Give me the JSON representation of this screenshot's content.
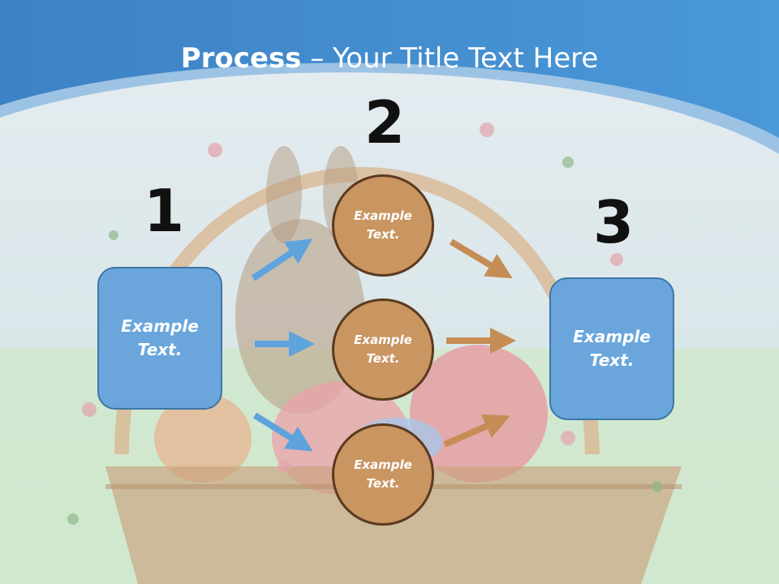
{
  "slide": {
    "title_bold": "Process",
    "title_rest": " – Your Title Text Here"
  },
  "steps": {
    "left": {
      "number": "1",
      "text": "Example Text."
    },
    "middle": {
      "number": "2",
      "items": [
        "Example Text.",
        "Example Text.",
        "Example Text."
      ]
    },
    "right": {
      "number": "3",
      "text": "Example Text."
    }
  },
  "colors": {
    "header_blue": "#3b86c8",
    "box_blue": "#6aa6dc",
    "circle_tan": "#c99561",
    "arrow_blue": "#5fa3dd",
    "arrow_tan": "#c58d55"
  }
}
